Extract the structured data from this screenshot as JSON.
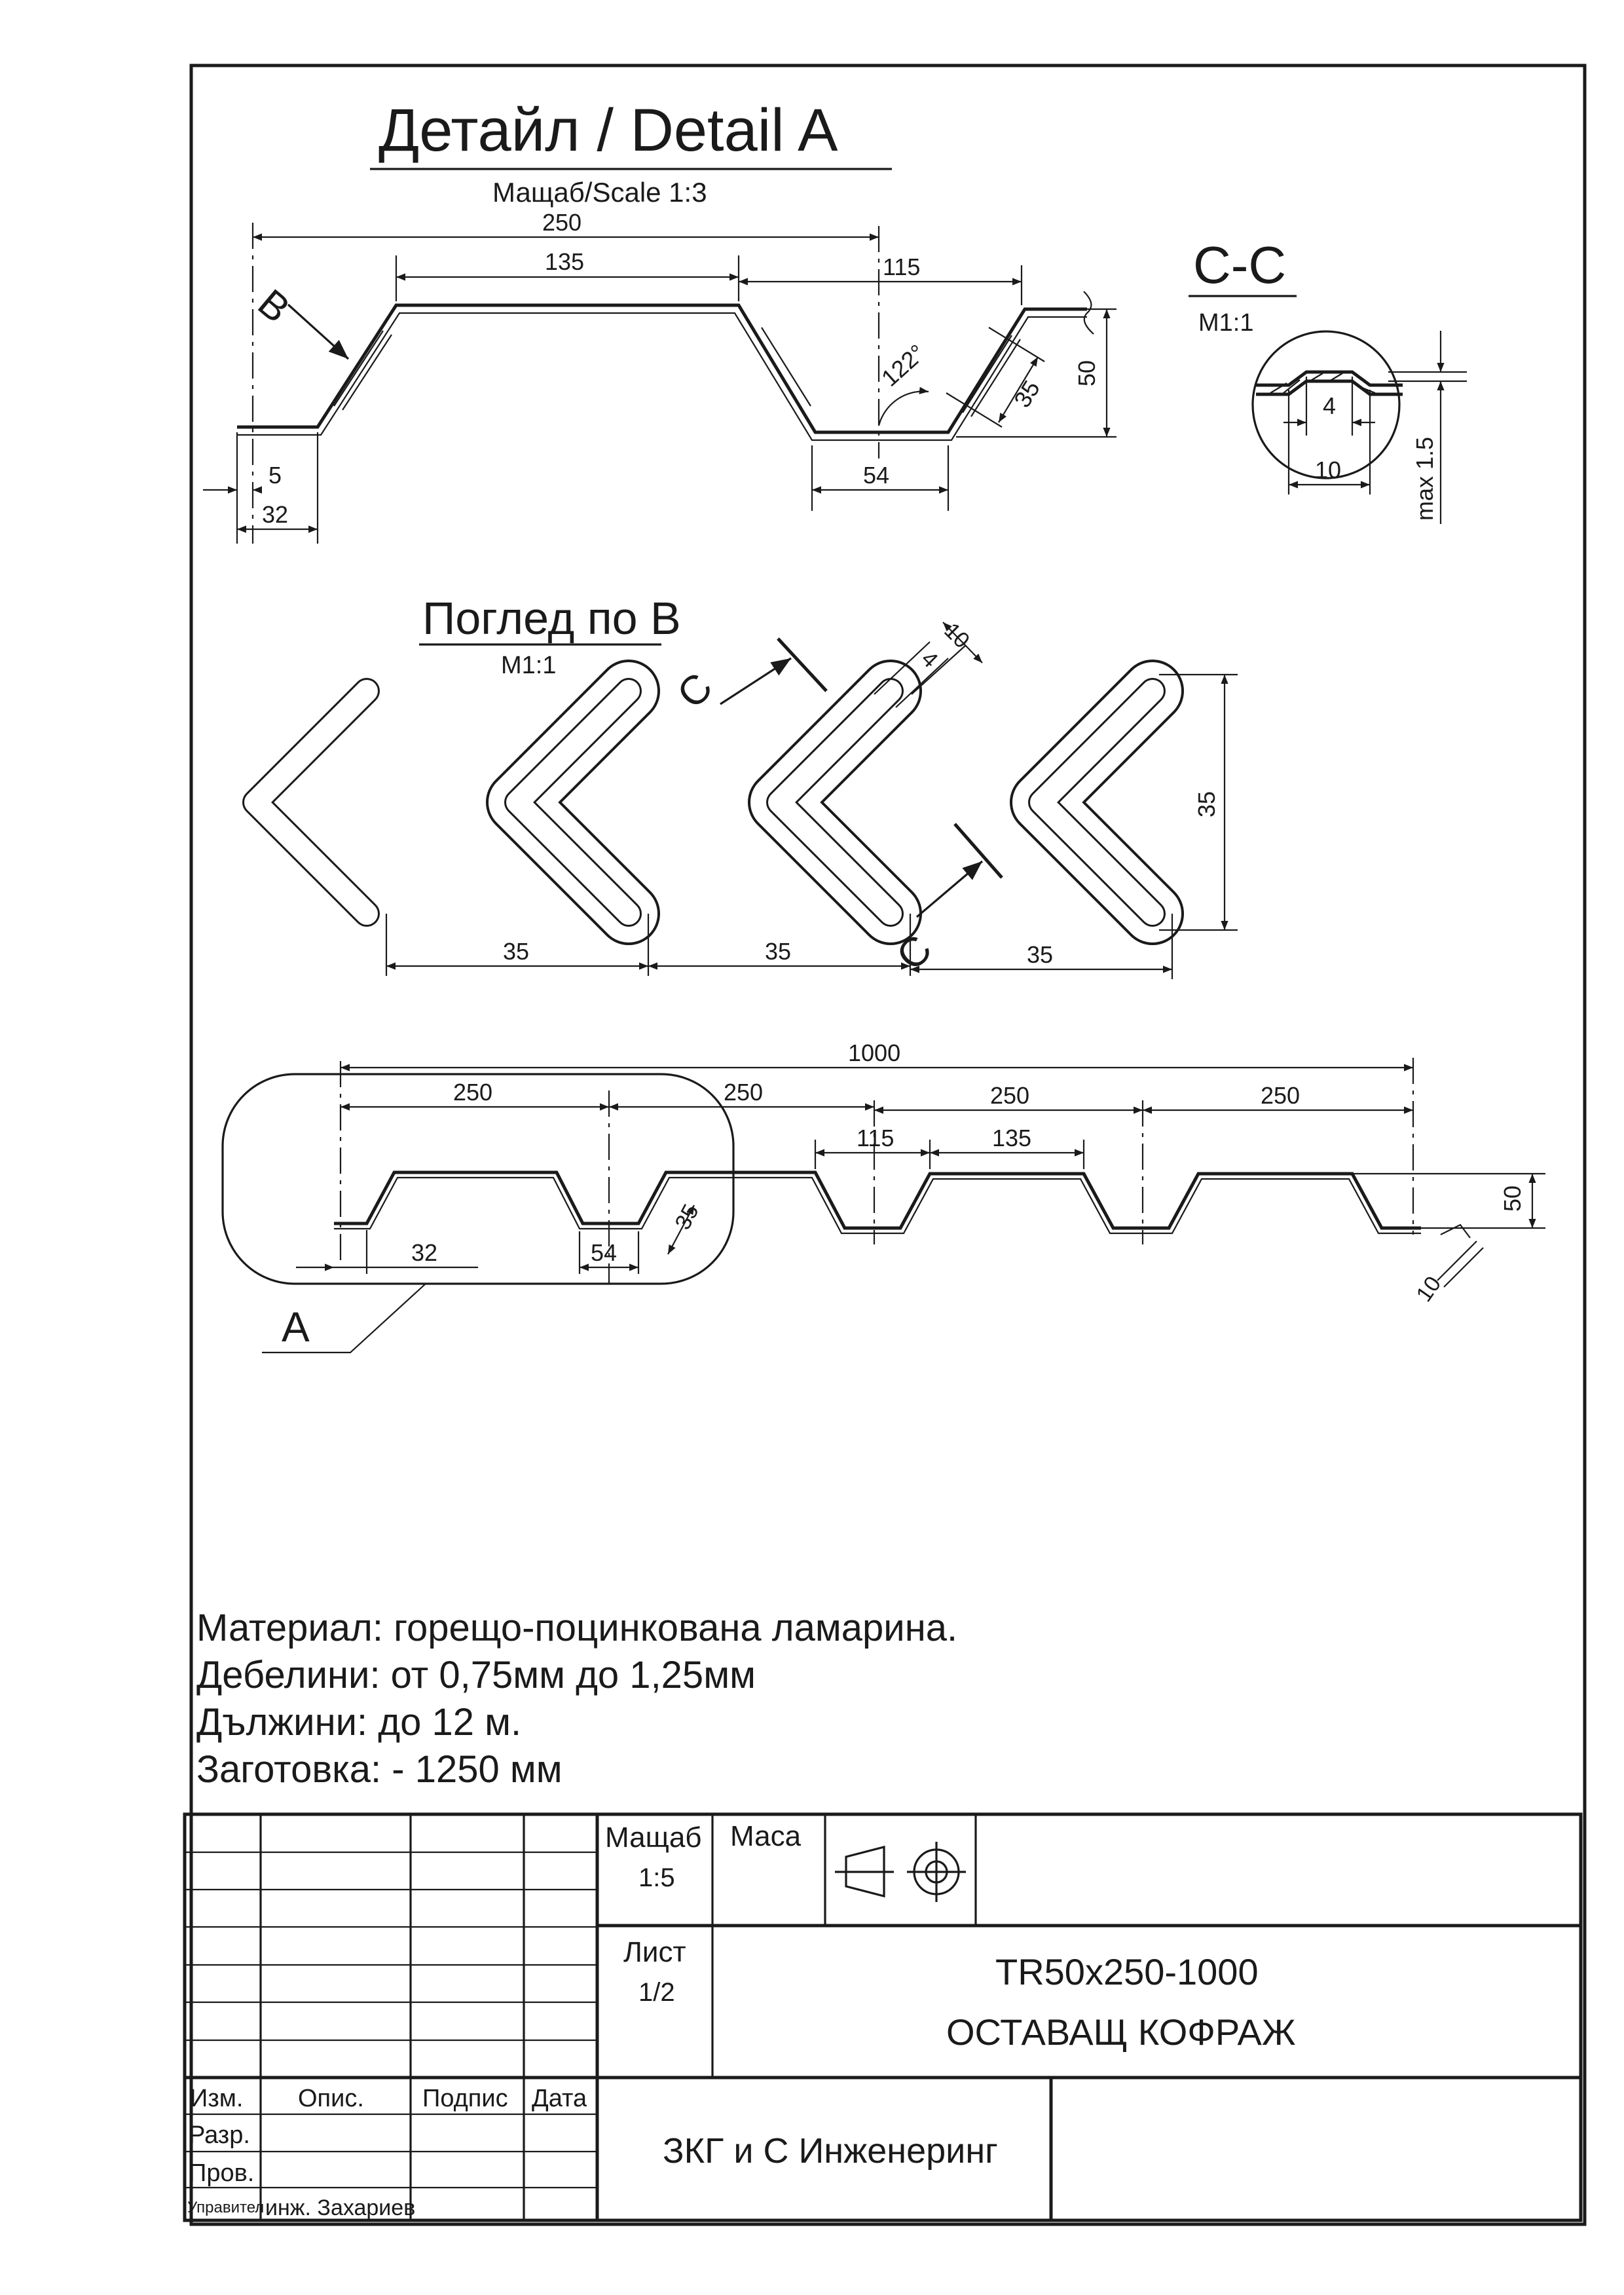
{
  "detail_a": {
    "title": "Детайл / Detail  A",
    "scale": "Мащаб/Scale  1:3"
  },
  "detail_dims": {
    "d250": "250",
    "d135": "135",
    "d115": "115",
    "d50": "50",
    "d35": "35",
    "d5": "5",
    "d32": "32",
    "d54": "54",
    "angle": "122°",
    "b_label": "B"
  },
  "section_cc": {
    "title": "C-C",
    "scale": "M1:1",
    "d4": "4",
    "d10": "10",
    "max": "max 1.5"
  },
  "view_b": {
    "title": "Поглед по B",
    "scale": "M1:1",
    "c_label": "C",
    "d35a": "35",
    "d35b": "35",
    "d35c": "35",
    "d35v": "35",
    "d10": "10",
    "d4": "4"
  },
  "profile": {
    "d1000": "1000",
    "d250a": "250",
    "d250b": "250",
    "d250c": "250",
    "d250d": "250",
    "d115": "115",
    "d135": "135",
    "d32": "32",
    "d54": "54",
    "d35": "35",
    "d50": "50",
    "d10": "10",
    "a_label": "A"
  },
  "notes": {
    "material": "Материал: горещо-поцинкована ламарина.",
    "thickness": "Дебелини: от 0,75мм до 1,25мм",
    "length": "Дължини: до 12 м.",
    "blank": "Заготовка: - 1250 мм"
  },
  "title_block": {
    "scale_label": "Мащаб",
    "scale_value": "1:5",
    "mass_label": "Маса",
    "sheet_label": "Лист",
    "sheet_value": "1/2",
    "code": "TR50x250-1000",
    "name": "ОСТАВАЩ КОФРАЖ",
    "company": "ЗКГ и С Инженеринг",
    "h_izm": "Изм.",
    "h_opis": "Опис.",
    "h_podpis": "Подпис",
    "h_data": "Дата",
    "r_razr": "Разр.",
    "r_prov": "Пров.",
    "r_upr": "Управител",
    "manager": "инж. Захариев"
  }
}
